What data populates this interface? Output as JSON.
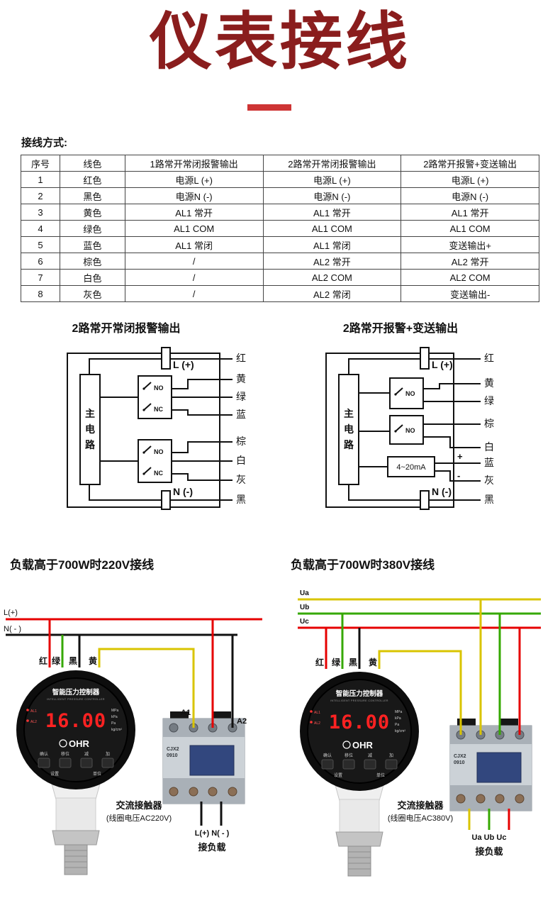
{
  "page": {
    "title": "仪表接线",
    "section_label": "接线方式:"
  },
  "table": {
    "headers": [
      "序号",
      "线色",
      "1路常开常闭报警输出",
      "2路常开常闭报警输出",
      "2路常开报警+变送输出"
    ],
    "rows": [
      [
        "1",
        "红色",
        "电源L (+)",
        "电源L (+)",
        "电源L (+)"
      ],
      [
        "2",
        "黑色",
        "电源N (-)",
        "电源N (-)",
        "电源N (-)"
      ],
      [
        "3",
        "黄色",
        "AL1 常开",
        "AL1 常开",
        "AL1 常开"
      ],
      [
        "4",
        "绿色",
        "AL1 COM",
        "AL1 COM",
        "AL1 COM"
      ],
      [
        "5",
        "蓝色",
        "AL1 常闭",
        "AL1 常闭",
        "变送输出+"
      ],
      [
        "6",
        "棕色",
        "/",
        "AL2 常开",
        "AL2 常开"
      ],
      [
        "7",
        "白色",
        "/",
        "AL2 COM",
        "AL2 COM"
      ],
      [
        "8",
        "灰色",
        "/",
        "AL2 常闭",
        "变送输出-"
      ]
    ]
  },
  "diagrams": {
    "left": {
      "title": "2路常开常闭报警输出",
      "main_circuit_chars": [
        "主",
        "电",
        "路"
      ],
      "top_terminal": "L (+)",
      "bottom_terminal": "N (-)",
      "relay1": {
        "no": "NO",
        "nc": "NC"
      },
      "relay2": {
        "no": "NO",
        "nc": "NC"
      },
      "wires": [
        "红",
        "黄",
        "绿",
        "蓝",
        "棕",
        "白",
        "灰",
        "黑"
      ]
    },
    "right": {
      "title": "2路常开报警+变送输出",
      "main_circuit_chars": [
        "主",
        "电",
        "路"
      ],
      "top_terminal": "L (+)",
      "bottom_terminal": "N (-)",
      "relay1": {
        "no": "NO"
      },
      "relay2": {
        "no": "NO"
      },
      "transmitter": "4~20mA",
      "plus": "+",
      "minus": "-",
      "wires": [
        "红",
        "黄",
        "绿",
        "棕",
        "白",
        "蓝",
        "灰",
        "黑"
      ]
    }
  },
  "device": {
    "title_cn": "智能压力控制器",
    "title_en": "INTELLIGENT PRESSURE CONTROLLER",
    "display": "16.00",
    "brand": "OHR",
    "indicators": [
      "AL1",
      "AL2"
    ],
    "units": [
      "MPa",
      "kPa",
      "Pa",
      "kg/cm²"
    ],
    "keys": [
      "确认",
      "移位",
      "减",
      "加"
    ],
    "key_left": "设置",
    "key_right": "单位"
  },
  "contactor": {
    "model": "CJX2",
    "model2": "0910"
  },
  "scene_220v": {
    "title": "负载高于700W时220V接线",
    "line_l": "L(+)",
    "line_n": "N( - )",
    "wire_labels": [
      "红",
      "绿",
      "黑",
      "黄"
    ],
    "a1": "A1",
    "a2": "A2",
    "contactor_name": "交流接触器",
    "contactor_coil": "(线圈电压AC220V)",
    "load_terminals": "L(+) N( - )",
    "load_label": "接负载"
  },
  "scene_380v": {
    "title": "负载高于700W时380V接线",
    "phases": [
      "Ua",
      "Ub",
      "Uc"
    ],
    "wire_labels": [
      "红",
      "绿",
      "黑",
      "黄"
    ],
    "contactor_name": "交流接触器",
    "contactor_coil": "(线圈电压AC380V)",
    "load_terminals": "Ua Ub Uc",
    "load_label": "接负载"
  },
  "colors": {
    "title": "#8a1d1d",
    "accent_bar": "#ce3434",
    "wire_red": "#e60000",
    "wire_green": "#35a800",
    "wire_black": "#111111",
    "wire_yellow": "#d9c400"
  }
}
